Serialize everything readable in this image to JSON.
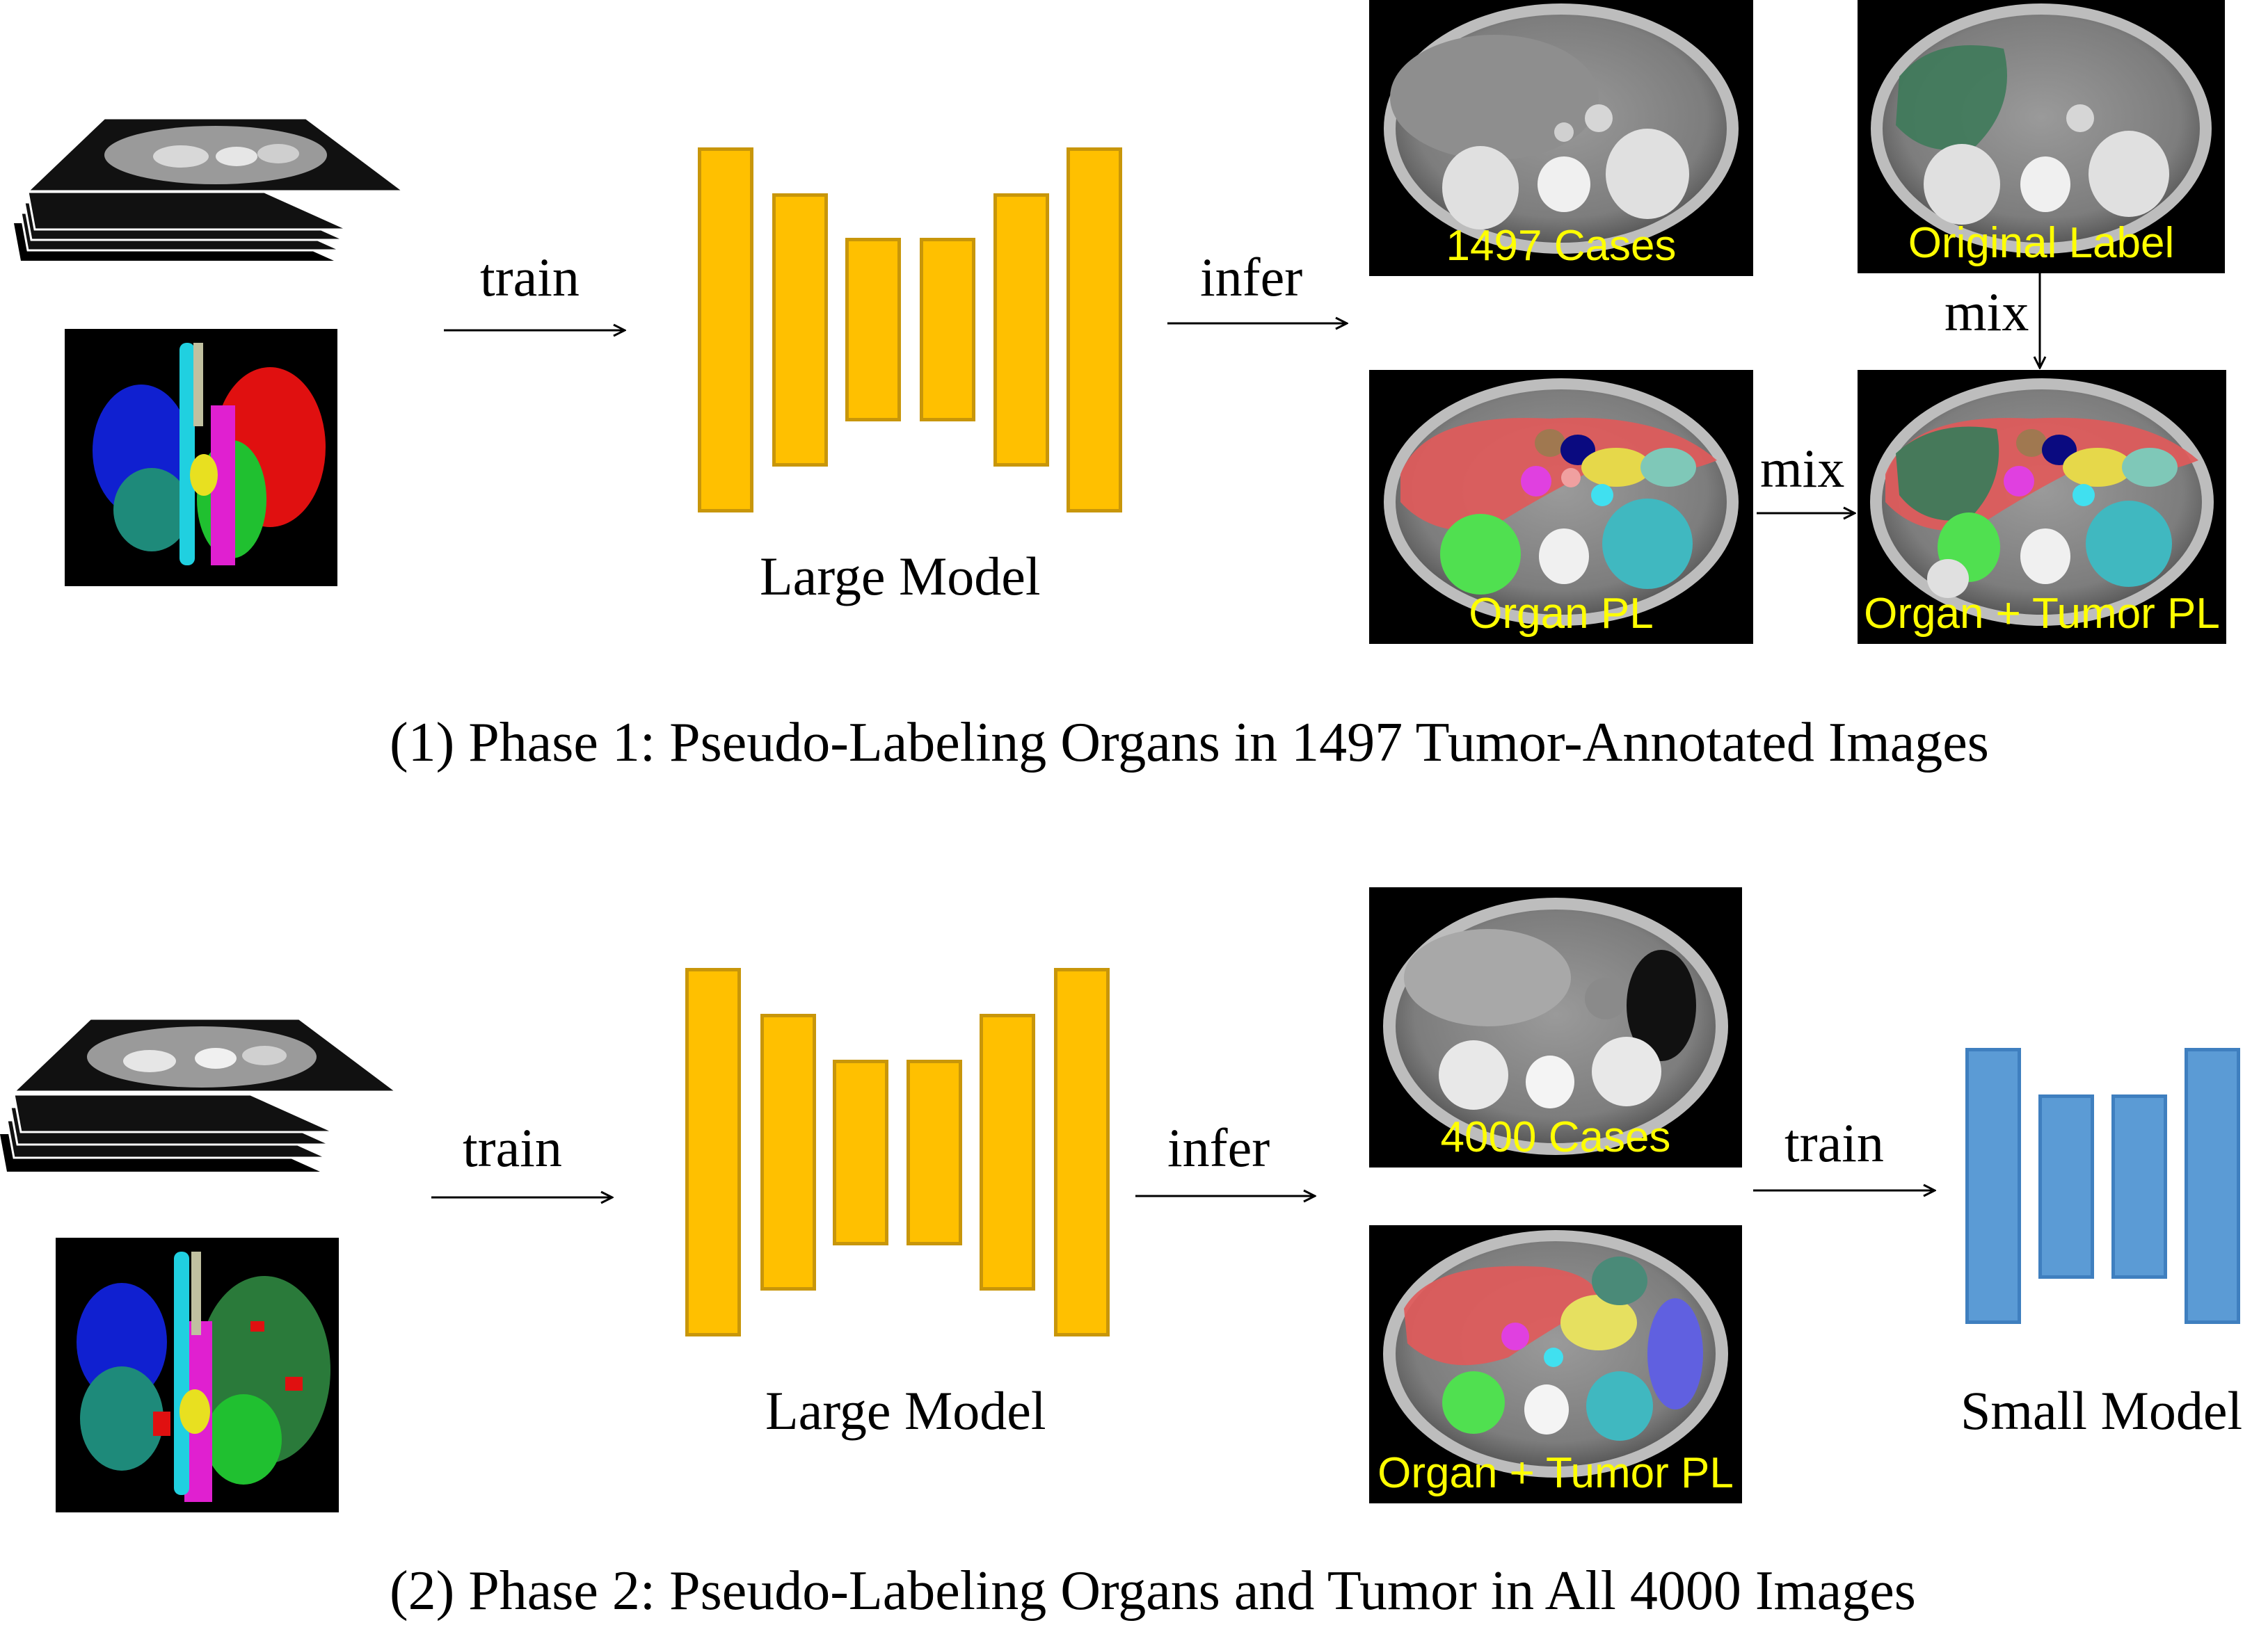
{
  "phase1": {
    "train_label": "train",
    "infer_label": "infer",
    "model_label": "Large Model",
    "mix_label_vertical": "mix",
    "mix_label_horizontal": "mix",
    "ct_images": {
      "cases": "1497 Cases",
      "original_label": "Original Label",
      "organ_pl": "Organ PL",
      "organ_tumor_pl": "Organ + Tumor PL"
    },
    "caption": "(1) Phase 1: Pseudo-Labeling Organs in 1497 Tumor-Annotated Images"
  },
  "phase2": {
    "train_label": "train",
    "infer_label": "infer",
    "train2_label": "train",
    "model_label": "Large Model",
    "small_model_label": "Small Model",
    "ct_images": {
      "cases": "4000 Cases",
      "organ_tumor_pl": "Organ + Tumor PL"
    },
    "caption": "(2) Phase 2: Pseudo-Labeling Organs and Tumor in All 4000 Images"
  },
  "colors": {
    "large_model": "#ffc000",
    "small_model": "#5b9bd5",
    "overlay_text": "#ffff00"
  },
  "icons": [
    "ct-stack-icon",
    "3d-organ-render",
    "unet-large-model",
    "unet-small-model"
  ]
}
